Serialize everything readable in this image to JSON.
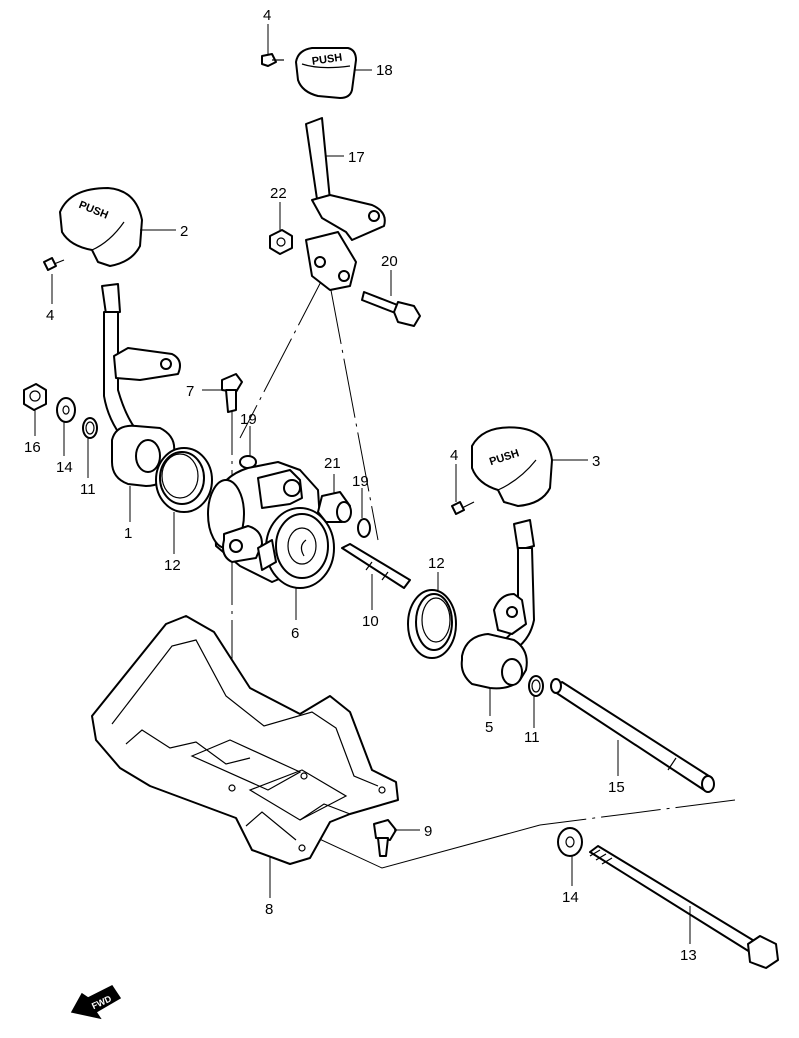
{
  "labels": {
    "p1": "1",
    "p2": "2",
    "p3": "3",
    "p4a": "4",
    "p4b": "4",
    "p4c": "4",
    "p5": "5",
    "p6": "6",
    "p7": "7",
    "p8": "8",
    "p9": "9",
    "p10": "10",
    "p11a": "11",
    "p11b": "11",
    "p12a": "12",
    "p12b": "12",
    "p13": "13",
    "p14a": "14",
    "p14b": "14",
    "p15": "15",
    "p16": "16",
    "p17": "17",
    "p18": "18",
    "p19a": "19",
    "p19b": "19",
    "p20": "20",
    "p21": "21",
    "p22": "22"
  },
  "stamps": {
    "push": "PUSH",
    "push_small": "PUSH"
  },
  "fwd_badge": "FWD"
}
